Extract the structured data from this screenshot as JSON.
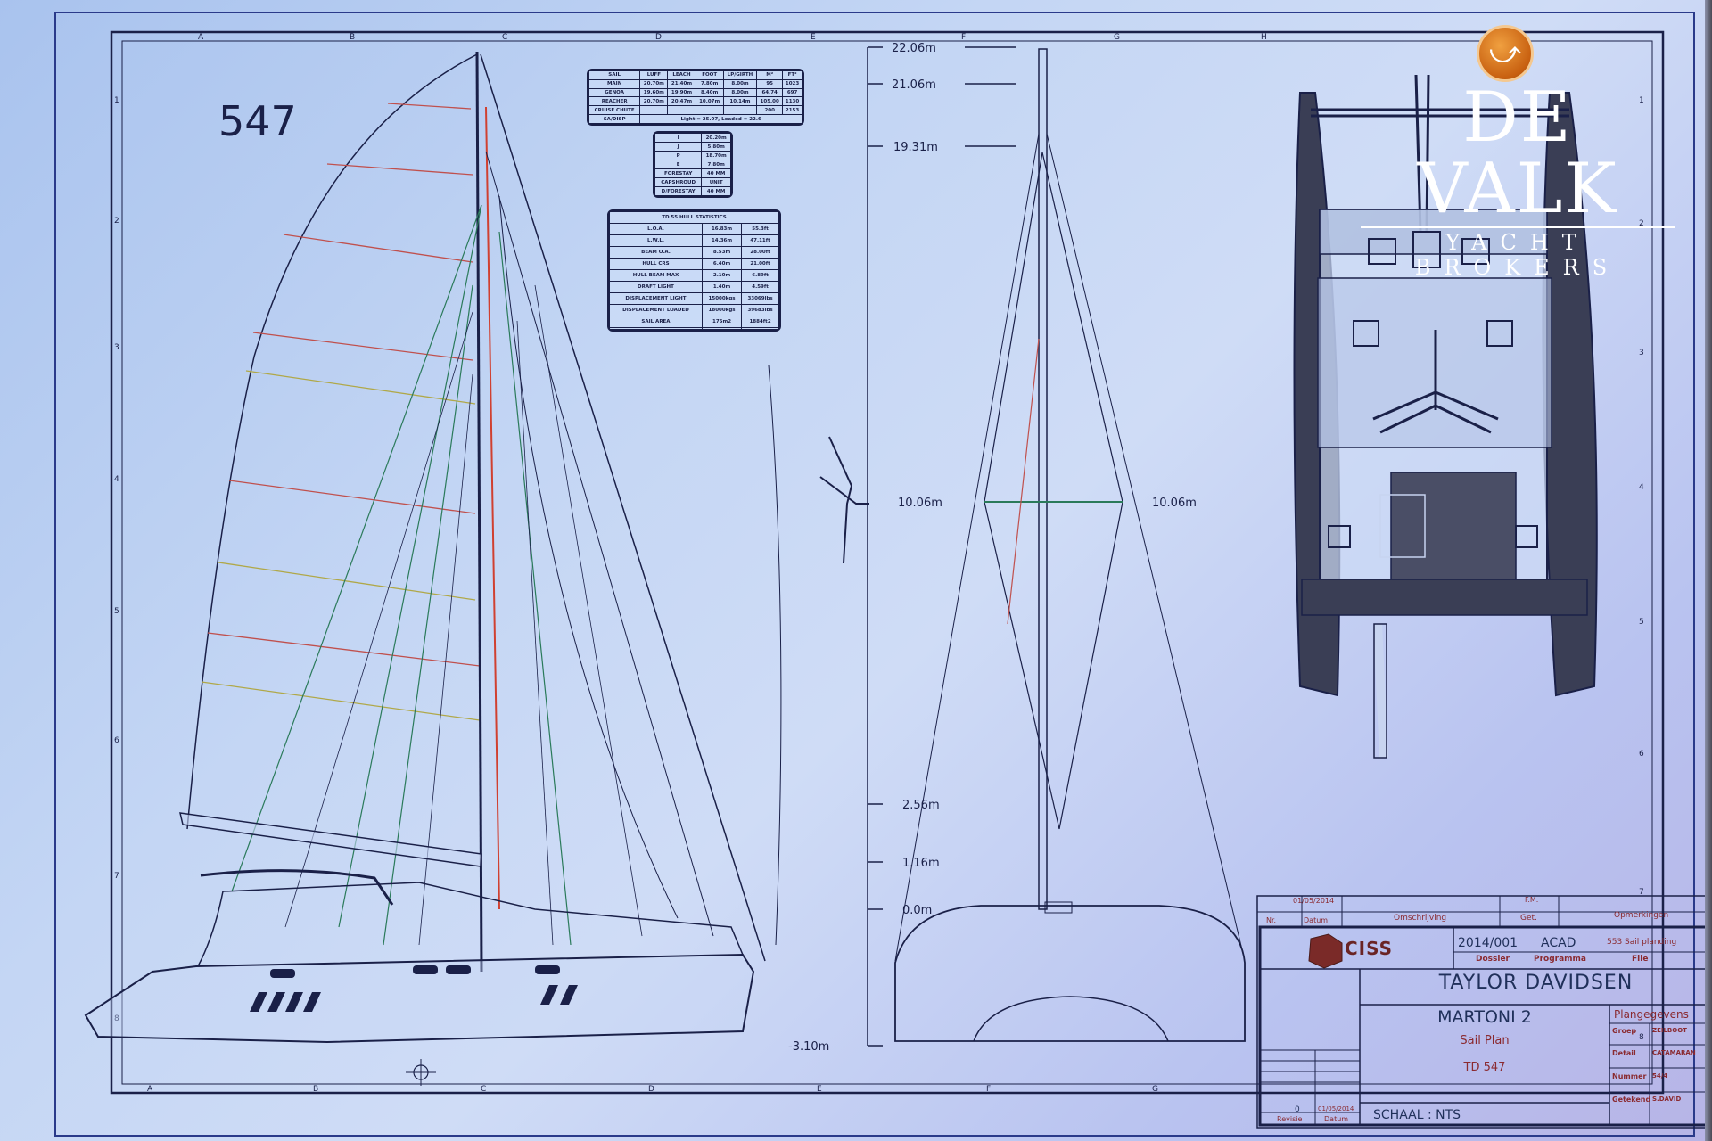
{
  "drawing_number_label": "547",
  "grid": {
    "columns_top": [
      "A",
      "B",
      "C",
      "D",
      "E",
      "F",
      "G",
      "H"
    ],
    "columns_bottom": [
      "A",
      "B",
      "C",
      "D",
      "E",
      "F",
      "G"
    ],
    "rows": [
      "1",
      "2",
      "3",
      "4",
      "5",
      "6",
      "7",
      "8"
    ]
  },
  "height_dimensions": {
    "h1": "22.06m",
    "h2": "21.06m",
    "h3": "19.31m",
    "spreader_left": "10.06m",
    "spreader_right": "10.06m",
    "h4": "2.56m",
    "h5": "1.16m",
    "waterline": "0.0m",
    "keel": "-3.10m"
  },
  "sail_table": {
    "headers": [
      "SAIL",
      "LUFF",
      "LEACH",
      "FOOT",
      "LP/GIRTH",
      "M²",
      "FT²"
    ],
    "rows": [
      [
        "MAIN",
        "20.70m",
        "21.40m",
        "7.80m",
        "8.00m",
        "95",
        "1023"
      ],
      [
        "GENOA",
        "19.60m",
        "19.90m",
        "8.40m",
        "8.00m",
        "64.74",
        "697"
      ],
      [
        "REACHER",
        "20.70m",
        "20.47m",
        "10.07m",
        "10.14m",
        "105.00",
        "1130"
      ],
      [
        "CRUISE CHUTE",
        "",
        "",
        "",
        "",
        "200",
        "2153"
      ]
    ],
    "footer_label": "SA/DISP",
    "footer_value": "Light = 25.07, Loaded = 22.6"
  },
  "rig_table": {
    "rows": [
      [
        "I",
        "20.20m"
      ],
      [
        "J",
        "5.80m"
      ],
      [
        "P",
        "18.70m"
      ],
      [
        "E",
        "7.80m"
      ],
      [
        "FORESTAY",
        "40 MM"
      ],
      [
        "CAPSHROUD",
        "UNIT"
      ],
      [
        "D/FORESTAY",
        "40 MM"
      ]
    ]
  },
  "hull_table": {
    "title": "TD 55 HULL STATISTICS",
    "rows": [
      [
        "L.O.A.",
        "16.83m",
        "55.3ft"
      ],
      [
        "L.W.L.",
        "14.36m",
        "47.11ft"
      ],
      [
        "BEAM O.A.",
        "8.53m",
        "28.00ft"
      ],
      [
        "HULL CRS",
        "6.40m",
        "21.00ft"
      ],
      [
        "HULL BEAM MAX",
        "2.10m",
        "6.89ft"
      ],
      [
        "DRAFT LIGHT",
        "1.40m",
        "4.59ft"
      ],
      [
        "DISPLACEMENT LIGHT",
        "15000kgs",
        "33069lbs"
      ],
      [
        "DISPLACEMENT LOADED",
        "18000kgs",
        "39683lbs"
      ],
      [
        "SAIL AREA",
        "175m2",
        "1884ft2"
      ],
      [
        "",
        "",
        ""
      ]
    ]
  },
  "title_block": {
    "revision_row_date": "01/05/2014",
    "initials": "F.M.",
    "col_nr": "Nr.",
    "col_datum": "Datum",
    "col_omschrijving": "Omschrijving",
    "col_get": "Get.",
    "col_opmerkingen": "Opmerkingen",
    "company_logo_text": "CISS",
    "dossier_value": "2014/001",
    "programma_value": "ACAD",
    "file_value": "553 Sail planding",
    "dossier_label": "Dossier",
    "programma_label": "Programma",
    "file_label": "File",
    "client": "TAYLOR DAVIDSEN",
    "project": "MARTONI 2",
    "drawing_title": "Sail Plan",
    "drawing_code": "TD 547",
    "revision_value": "0",
    "revision_date": "01/05/2014",
    "revision_label": "Revisie",
    "revision_date_label": "Datum",
    "scale": "SCHAAL : NTS",
    "plan_header": "Plangegevens",
    "plan_rows": [
      {
        "label": "Groep",
        "value": "ZEILBOOT"
      },
      {
        "label": "Detail",
        "value": "CATAMARAN"
      },
      {
        "label": "Nummer",
        "value": "54/4"
      },
      {
        "label": "Getekend",
        "value": "S.DAVID"
      }
    ]
  },
  "watermark": {
    "brand": "DE VALK",
    "tagline": "YACHT BROKERS",
    "badge_icon": "bird-icon",
    "badge_color": "#d8741c"
  },
  "colors": {
    "paper": "#c4d6f4",
    "ink": "#1a2048",
    "batten_red": "#c0504d",
    "batten_yellow": "#b0a848",
    "stay_green": "#2a7a5a",
    "mast_red": "#d04030"
  }
}
